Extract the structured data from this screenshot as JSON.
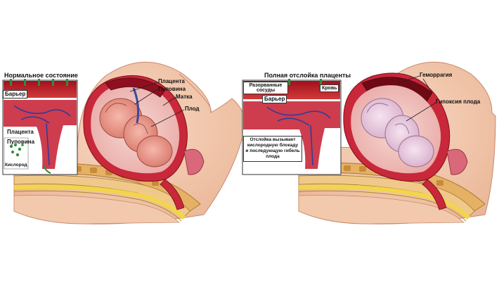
{
  "panels": {
    "left": {
      "title": "Нормальное состояние",
      "inset_labels": {
        "barrier": "Барьер",
        "placenta": "Плацента",
        "umbilical_cord": "Пуповина",
        "oxygen": "Кислород"
      },
      "body_labels": {
        "placenta": "Плацента",
        "umbilical_cord": "Пуповина",
        "uterus": "Матка",
        "fetus": "Плод"
      }
    },
    "right": {
      "title": "Полная отслойка плаценты",
      "inset_labels": {
        "torn_vessels": "Разорванные сосуды",
        "blood": "Кровь",
        "barrier": "Барьер",
        "note": "Отслойка вызывает кислородную блокаду и последующую гибель плода"
      },
      "body_labels": {
        "hemorrhage": "Геморрагия",
        "fetal_hypoxia": "Гипоксия плода"
      }
    }
  },
  "colors": {
    "skin": "#f3c9ad",
    "uterus_wall": "#c8283a",
    "placenta": "#8e1020",
    "vessel_blue": "#2a3aa0",
    "bone": "#e8b468",
    "spine_yellow": "#f2d54a",
    "fetus_normal": "#e89a8e",
    "fetus_hypoxic": "#e7c8e0",
    "oxygen_green": "#2f8d3a"
  }
}
